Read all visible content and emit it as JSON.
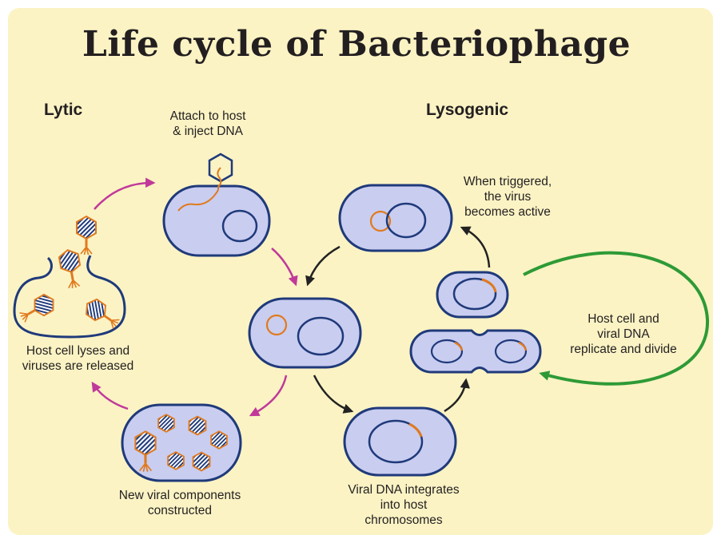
{
  "title": "Life cycle of Bacteriophage",
  "sections": {
    "lytic": "Lytic",
    "lysogenic": "Lysogenic"
  },
  "captions": {
    "attach": [
      "Attach to host",
      "& inject DNA"
    ],
    "lyses": [
      "Host cell lyses and",
      "viruses are released"
    ],
    "components": [
      "New viral components",
      "constructed"
    ],
    "integrates": [
      "Viral DNA integrates",
      "into host",
      "chromosomes"
    ],
    "triggered": [
      "When triggered,",
      "the virus",
      "becomes active"
    ],
    "replicate": [
      "Host cell and",
      "viral DNA",
      "replicate and divide"
    ]
  },
  "colors": {
    "background": "#fbf3c4",
    "cell_fill": "#c9cdf0",
    "cell_stroke": "#1f3a7a",
    "viral_dna": "#e07a1e",
    "lytic_arrow": "#c0399a",
    "lysogenic_arrow": "#222222",
    "cycle_arrow": "#2e9a36"
  },
  "icons": {
    "phage": "bacteriophage-icon",
    "cell": "bacterial-cell-icon"
  }
}
